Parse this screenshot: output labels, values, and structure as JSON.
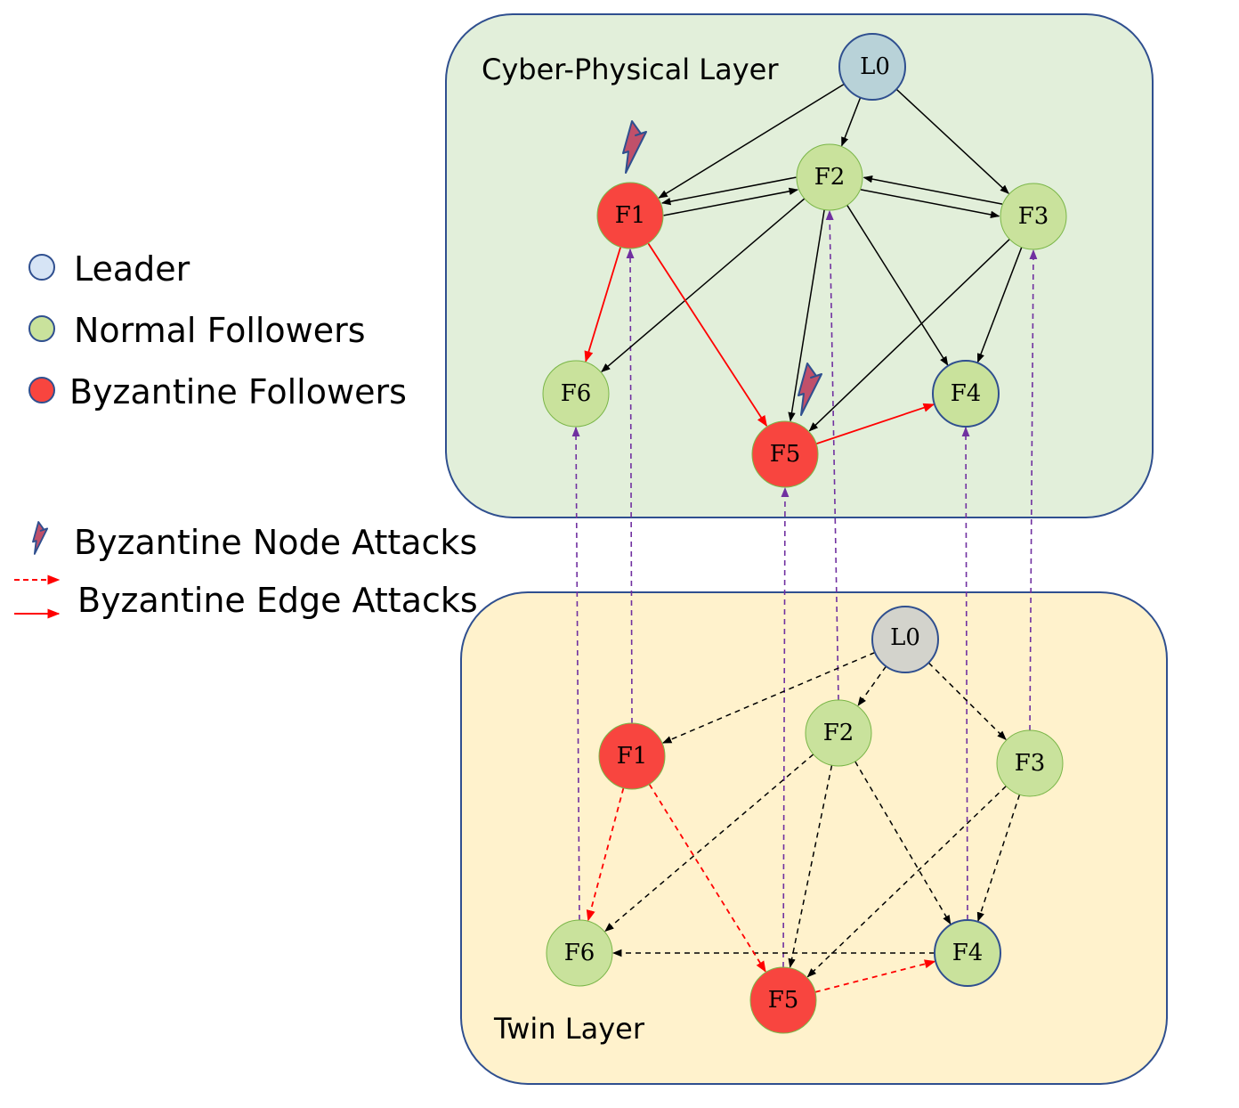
{
  "layers": {
    "cyber": {
      "label": "Cyber-Physical Layer",
      "color": "#e2efda",
      "border": "#2f4f8f"
    },
    "twin": {
      "label": "Twin Layer",
      "color": "#fff2cc",
      "border": "#2f4f8f"
    }
  },
  "legend": {
    "leader": "Leader",
    "normal": "Normal  Followers",
    "byzantine": "Byzantine  Followers",
    "node_attacks": "Byzantine Node Attacks",
    "edge_attacks": "Byzantine Edge Attacks"
  },
  "colors": {
    "leader_cyber": "#b8d2d8",
    "leader_twin": "#d3d3cc",
    "leader_legend": "#d6e4f5",
    "normal": "#c9e29c",
    "byzantine": "#f8453f",
    "attack_edge": "#ff0000",
    "normal_edge": "#000000",
    "twin_link": "#7030a0",
    "lightning": "#c0506a"
  },
  "nodes": {
    "cyber": [
      {
        "id": "L0",
        "label": "L0",
        "kind": "leader"
      },
      {
        "id": "F1",
        "label": "F1",
        "kind": "byzantine",
        "attacked": true
      },
      {
        "id": "F2",
        "label": "F2",
        "kind": "normal"
      },
      {
        "id": "F3",
        "label": "F3",
        "kind": "normal"
      },
      {
        "id": "F4",
        "label": "F4",
        "kind": "normal"
      },
      {
        "id": "F5",
        "label": "F5",
        "kind": "byzantine",
        "attacked": true
      },
      {
        "id": "F6",
        "label": "F6",
        "kind": "normal"
      }
    ],
    "twin": [
      {
        "id": "L0",
        "label": "L0",
        "kind": "leader"
      },
      {
        "id": "F1",
        "label": "F1",
        "kind": "byzantine"
      },
      {
        "id": "F2",
        "label": "F2",
        "kind": "normal"
      },
      {
        "id": "F3",
        "label": "F3",
        "kind": "normal"
      },
      {
        "id": "F4",
        "label": "F4",
        "kind": "normal"
      },
      {
        "id": "F5",
        "label": "F5",
        "kind": "byzantine"
      },
      {
        "id": "F6",
        "label": "F6",
        "kind": "normal"
      }
    ]
  },
  "edges": {
    "cyber": [
      {
        "from": "L0",
        "to": "F1",
        "attack": false
      },
      {
        "from": "L0",
        "to": "F2",
        "attack": false
      },
      {
        "from": "L0",
        "to": "F3",
        "attack": false
      },
      {
        "from": "F2",
        "to": "F1",
        "attack": false
      },
      {
        "from": "F1",
        "to": "F2",
        "attack": false
      },
      {
        "from": "F2",
        "to": "F3",
        "attack": false
      },
      {
        "from": "F3",
        "to": "F2",
        "attack": false
      },
      {
        "from": "F2",
        "to": "F6",
        "attack": false
      },
      {
        "from": "F2",
        "to": "F5",
        "attack": false
      },
      {
        "from": "F2",
        "to": "F4",
        "attack": false
      },
      {
        "from": "F3",
        "to": "F5",
        "attack": false
      },
      {
        "from": "F3",
        "to": "F4",
        "attack": false
      },
      {
        "from": "F1",
        "to": "F6",
        "attack": true
      },
      {
        "from": "F1",
        "to": "F5",
        "attack": true
      },
      {
        "from": "F5",
        "to": "F4",
        "attack": true
      }
    ],
    "twin": [
      {
        "from": "L0",
        "to": "F1",
        "attack": false
      },
      {
        "from": "L0",
        "to": "F2",
        "attack": false
      },
      {
        "from": "L0",
        "to": "F3",
        "attack": false
      },
      {
        "from": "F2",
        "to": "F6",
        "attack": false
      },
      {
        "from": "F2",
        "to": "F5",
        "attack": false
      },
      {
        "from": "F2",
        "to": "F4",
        "attack": false
      },
      {
        "from": "F3",
        "to": "F5",
        "attack": false
      },
      {
        "from": "F3",
        "to": "F4",
        "attack": false
      },
      {
        "from": "F4",
        "to": "F6",
        "attack": false
      },
      {
        "from": "F1",
        "to": "F6",
        "attack": true
      },
      {
        "from": "F1",
        "to": "F5",
        "attack": true
      },
      {
        "from": "F5",
        "to": "F4",
        "attack": true
      }
    ],
    "twin_links": [
      "F1",
      "F2",
      "F3",
      "F4",
      "F5",
      "F6"
    ]
  }
}
